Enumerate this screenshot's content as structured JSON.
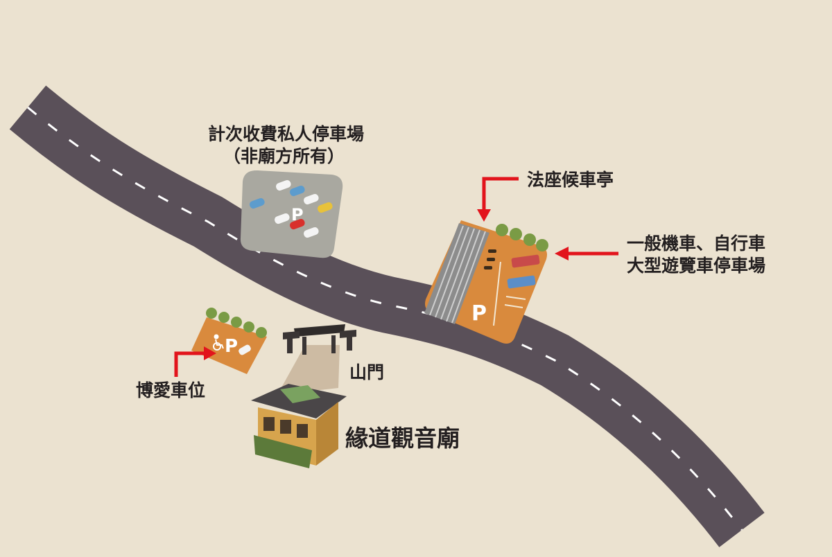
{
  "labels": {
    "private_parking_line1": "計次收費私人停車場",
    "private_parking_line2": "（非廟方所有）",
    "dharma_pavilion": "法座候車亭",
    "general_parking_line1": "一般機車、自行車",
    "general_parking_line2": "大型遊覽車停車場",
    "accessible_parking": "博愛車位",
    "mountain_gate": "山門",
    "temple_name": "緣道觀音廟"
  },
  "icons": {
    "parking": "P",
    "wheelchair": "wheelchair-icon"
  },
  "colors": {
    "background": "#ebe2d0",
    "road": "#5a5059",
    "road_dash": "#ffffff",
    "lot_orange": "#d98a3d",
    "lot_gray": "#a9a8a0",
    "arrow_red": "#e2141c",
    "text": "#231f20"
  }
}
